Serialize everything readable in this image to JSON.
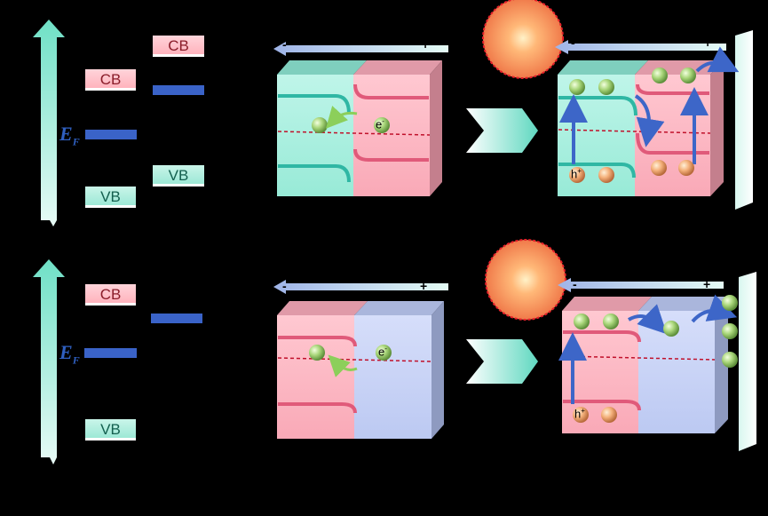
{
  "panel_top": {
    "left_material": {
      "cb_label": "CB",
      "vb_label": "VB",
      "ef_symbol": "E",
      "ef_subscript": "F"
    },
    "right_material": {
      "cb_label": "CB",
      "vb_label": "VB"
    },
    "junction_before": {
      "electron_label": "e",
      "electron_sup": "-",
      "field_minus": "-",
      "field_plus": "+"
    },
    "junction_after": {
      "hole_label": "h",
      "hole_sup": "+",
      "field_minus": "-",
      "field_plus": "+"
    }
  },
  "panel_bottom": {
    "left_material": {
      "cb_label": "CB",
      "vb_label": "VB",
      "ef_symbol": "E",
      "ef_subscript": "F"
    },
    "junction_before": {
      "electron_label": "e",
      "electron_sup": "-",
      "field_minus": "-",
      "field_plus": "+"
    },
    "junction_after": {
      "hole_label": "h",
      "hole_sup": "+",
      "field_minus": "-",
      "field_plus": "+"
    }
  },
  "colors": {
    "teal": "#a8f0e0",
    "pink": "#ffb8c4",
    "lavender": "#c8d4f8",
    "level_blue": "#3a63c8",
    "fermi_red": "#c0102a"
  }
}
